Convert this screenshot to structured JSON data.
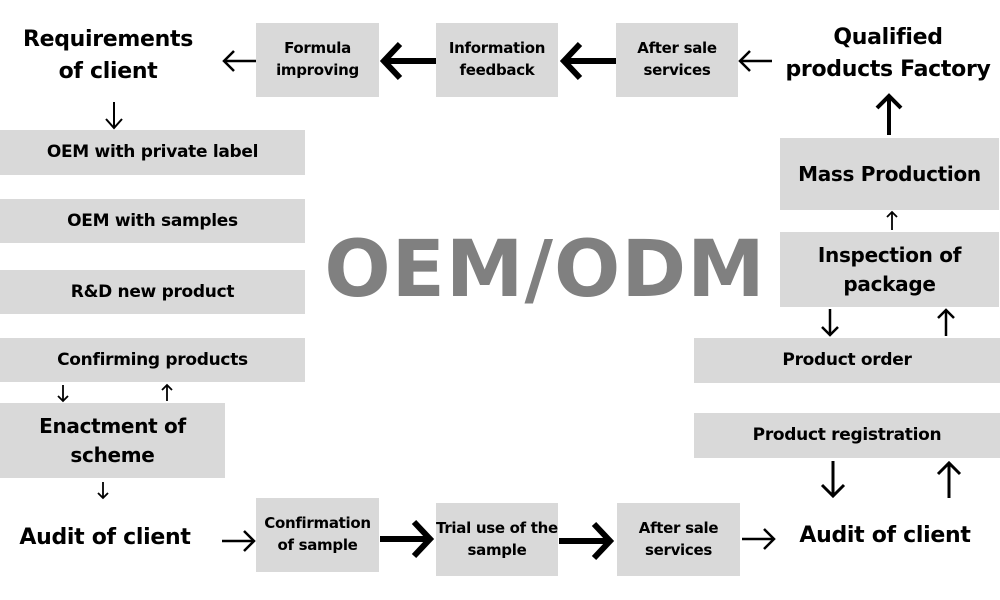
{
  "title": "OEM/ODM",
  "top_row": {
    "start": "Requirements of client",
    "formula": "Formula improving",
    "feedback": "Information feedback",
    "after_sale": "After sale services",
    "factory": "Qualified products Factory"
  },
  "left_column": [
    "OEM with private label",
    "OEM with samples",
    "R&D new product",
    "Confirming products",
    "Enactment of scheme"
  ],
  "bottom_row": {
    "audit_left": "Audit of client",
    "confirmation": "Confirmation of sample",
    "trial": "Trial use of the sample",
    "after_sale": "After sale services",
    "audit_right": "Audit of client"
  },
  "right_column": {
    "registration": "Product registration",
    "order": "Product order",
    "inspection": "Inspection of package",
    "mass": "Mass Production"
  },
  "colors": {
    "box": "#d9d9d9",
    "title": "#808080"
  }
}
